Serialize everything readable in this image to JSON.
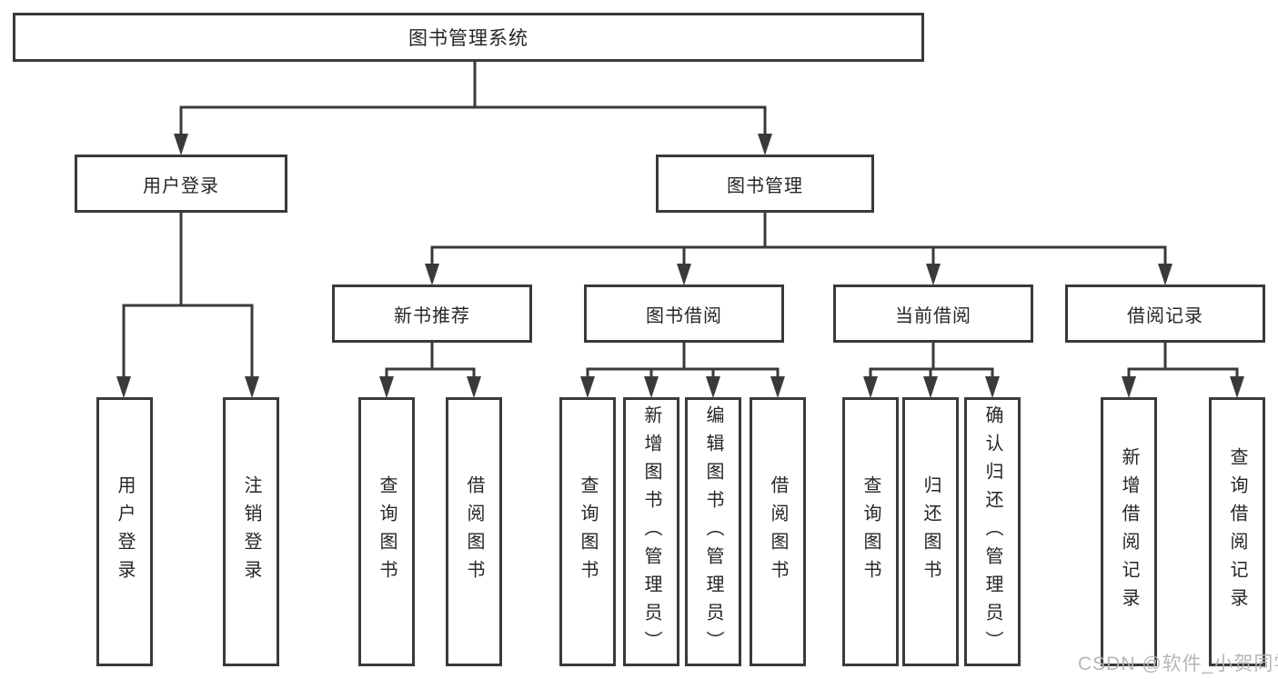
{
  "diagram": {
    "tree": {
      "label": "图书管理系统",
      "children": [
        {
          "label": "用户登录",
          "children": [
            {
              "label": "用户登录"
            },
            {
              "label": "注销登录"
            }
          ]
        },
        {
          "label": "图书管理",
          "children": [
            {
              "label": "新书推荐",
              "children": [
                {
                  "label": "查询图书"
                },
                {
                  "label": "借阅图书"
                }
              ]
            },
            {
              "label": "图书借阅",
              "children": [
                {
                  "label": "查询图书"
                },
                {
                  "label": "新增图书（管理员）"
                },
                {
                  "label": "编辑图书（管理员）"
                },
                {
                  "label": "借阅图书"
                }
              ]
            },
            {
              "label": "当前借阅",
              "children": [
                {
                  "label": "查询图书"
                },
                {
                  "label": "归还图书"
                },
                {
                  "label": "确认归还（管理员）"
                }
              ]
            },
            {
              "label": "借阅记录",
              "children": [
                {
                  "label": "新增借阅记录"
                },
                {
                  "label": "查询借阅记录"
                }
              ]
            }
          ]
        }
      ]
    },
    "colors": {
      "line": "#3a3a3a",
      "box_border": "#3a3a3a",
      "text": "#262626",
      "background": "#ffffff",
      "watermark": "#b2b2b2"
    }
  },
  "watermark": {
    "text": "CSDN @软件_小贺同学"
  }
}
